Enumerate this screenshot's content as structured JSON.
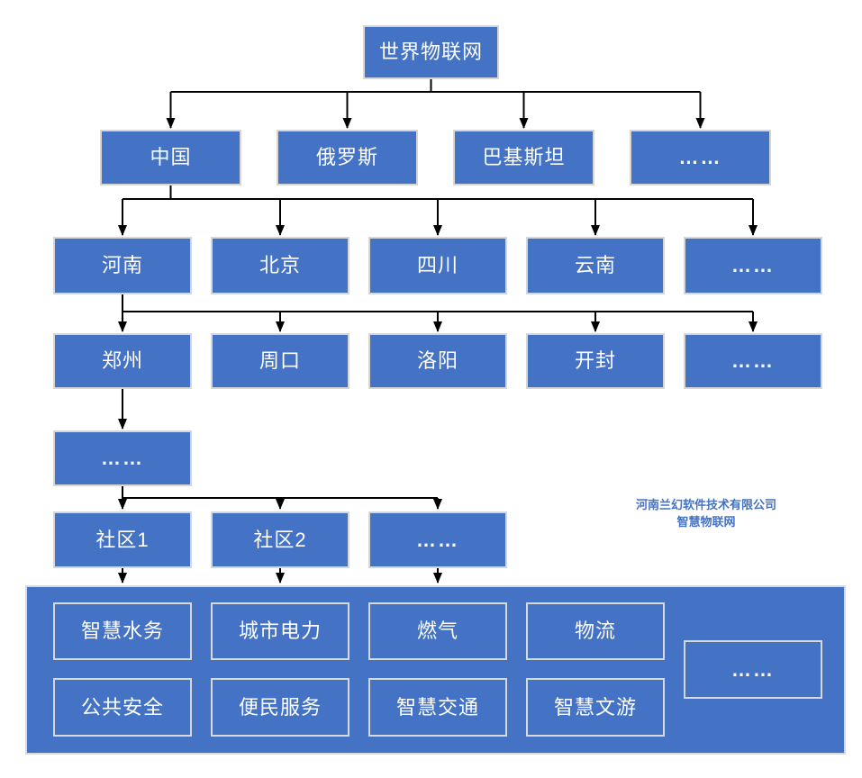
{
  "colors": {
    "node_fill": "#4472C4",
    "node_border": "#D6D6D6",
    "panel_fill": "#4472C4",
    "connector": "#000000",
    "node_text": "#FFFFFF",
    "watermark_text": "#4472C4",
    "background": "#FFFFFF"
  },
  "tree": {
    "root": "世界物联网",
    "countries": [
      "中国",
      "俄罗斯",
      "巴基斯坦",
      "……"
    ],
    "provinces": [
      "河南",
      "北京",
      "四川",
      "云南",
      "……"
    ],
    "cities": [
      "郑州",
      "周口",
      "洛阳",
      "开封",
      "……"
    ],
    "districts_more": "……",
    "communities": [
      "社区1",
      "社区2",
      "……"
    ]
  },
  "services": {
    "row1": [
      "智慧水务",
      "城市电力",
      "燃气",
      "物流"
    ],
    "row2": [
      "公共安全",
      "便民服务",
      "智慧交通",
      "智慧文游"
    ],
    "more": "……"
  },
  "watermark": {
    "line1": "河南兰幻软件技术有限公司",
    "line2": "智慧物联网"
  }
}
